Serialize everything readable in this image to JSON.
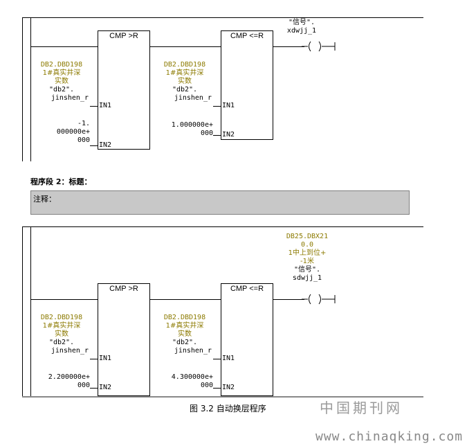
{
  "network1": {
    "cmp1": {
      "title": "CMP >R",
      "in1_addr": "DB2.DBD198",
      "in1_comment_l1": "1#真实井深",
      "in1_comment_l2": "实数",
      "in1_sym_l1": "\"db2\".",
      "in1_sym_l2": "jinshen_r",
      "in2_l1": "-1.",
      "in2_l2": "000000e+",
      "in2_l3": "000",
      "pin_in1": "IN1",
      "pin_in2": "IN2"
    },
    "cmp2": {
      "title": "CMP <=R",
      "in1_addr": "DB2.DBD198",
      "in1_comment_l1": "1#真实井深",
      "in1_comment_l2": "实数",
      "in1_sym_l1": "\"db2\".",
      "in1_sym_l2": "jinshen_r",
      "in2_l1": "1.000000e+",
      "in2_l2": "000",
      "pin_in1": "IN1",
      "pin_in2": "IN2"
    },
    "coil": {
      "sym_l1": "\"信号\".",
      "sym_l2": "xdwjj_1",
      "symbol": "—( )—"
    }
  },
  "segment2": {
    "title": "程序段 2：标题：",
    "comment": "注释："
  },
  "network2": {
    "cmp1": {
      "title": "CMP >R",
      "in1_addr": "DB2.DBD198",
      "in1_comment_l1": "1#真实井深",
      "in1_comment_l2": "实数",
      "in1_sym_l1": "\"db2\".",
      "in1_sym_l2": "jinshen_r",
      "in2_l1": "2.200000e+",
      "in2_l2": "000",
      "pin_in1": "IN1",
      "pin_in2": "IN2"
    },
    "cmp2": {
      "title": "CMP <=R",
      "in1_addr": "DB2.DBD198",
      "in1_comment_l1": "1#真实井深",
      "in1_comment_l2": "实数",
      "in1_sym_l1": "\"db2\".",
      "in1_sym_l2": "jinshen_r",
      "in2_l1": "4.300000e+",
      "in2_l2": "000",
      "pin_in1": "IN1",
      "pin_in2": "IN2"
    },
    "coil": {
      "addr_l1": "DB25.DBX21",
      "addr_l2": "0.0",
      "comment_l1": "1中上到位+",
      "comment_l2": "-1米",
      "sym_l1": "\"信号\".",
      "sym_l2": "sdwjj_1",
      "symbol": "—( )—"
    }
  },
  "caption": "图 3.2 自动换层程序",
  "watermark": {
    "cn": "中国期刊网",
    "url": "www.chinaqking.com"
  }
}
